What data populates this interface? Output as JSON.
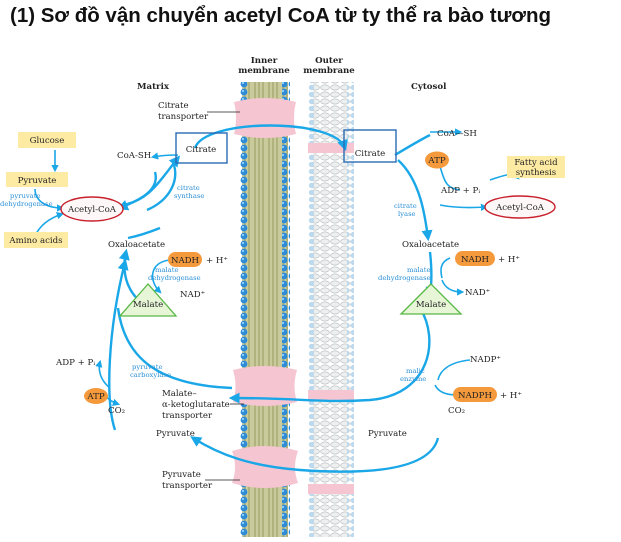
{
  "title": "(1) Sơ đồ vận chuyển acetyl CoA từ ty thể ra bào tương",
  "regions": {
    "matrix": "Matrix",
    "inner_membrane": [
      "Inner",
      "membrane"
    ],
    "outer_membrane": [
      "Outer",
      "membrane"
    ],
    "cytosol": "Cytosol"
  },
  "transporters": {
    "citrate": [
      "Citrate",
      "transporter"
    ],
    "malate_ketoglutarate": [
      "Malate–",
      "α-ketoglutarate",
      "transporter"
    ],
    "pyruvate": [
      "Pyruvate",
      "transporter"
    ]
  },
  "matrix": {
    "glucose": "Glucose",
    "pyruvate_box": "Pyruvate",
    "amino_acids": "Amino acids",
    "pdh_enzyme": [
      "pyruvate",
      "dehydrogenase"
    ],
    "acetyl_coa": "Acetyl-CoA",
    "coa_sh": "CoA-SH",
    "citrate": "Citrate",
    "citrate_synthase": [
      "citrate",
      "synthase"
    ],
    "oxaloacetate": "Oxaloacetate",
    "nadh": "NADH",
    "plus_h": "+ H⁺",
    "mdh_enzyme": [
      "malate",
      "dehydrogenase"
    ],
    "nad": "NAD⁺",
    "malate": "Malate",
    "adp_pi": "ADP + Pᵢ",
    "pc_enzyme": [
      "pyruvate",
      "carboxylase"
    ],
    "atp": "ATP",
    "co2": "CO₂",
    "pyruvate": "Pyruvate"
  },
  "cytosol": {
    "citrate": "Citrate",
    "coa_sh": "CoA—SH",
    "atp": "ATP",
    "adp_pi": "ADP + Pᵢ",
    "citrate_lyase": [
      "citrate",
      "lyase"
    ],
    "fatty_acid": [
      "Fatty acid",
      "synthesis"
    ],
    "acetyl_coa": "Acetyl-CoA",
    "oxaloacetate": "Oxaloacetate",
    "nadh": "NADH",
    "plus_h": "+ H⁺",
    "mdh_enzyme": [
      "malate",
      "dehydrogenase"
    ],
    "nad": "NAD⁺",
    "malate": "Malate",
    "nadp": "NADP⁺",
    "malic_enzyme": [
      "malic",
      "enzyme"
    ],
    "nadph": "NADPH",
    "plus_h2": "+ H⁺",
    "co2": "CO₂",
    "pyruvate": "Pyruvate"
  },
  "colors": {
    "arrow": "#1aa7e8",
    "orange": "#f59a3c",
    "yellow_box": "#fdeba4",
    "transporter": "#f6c5d2",
    "acetyl_ring": "#c8202c",
    "membrane_head": "#2d8cd8"
  }
}
